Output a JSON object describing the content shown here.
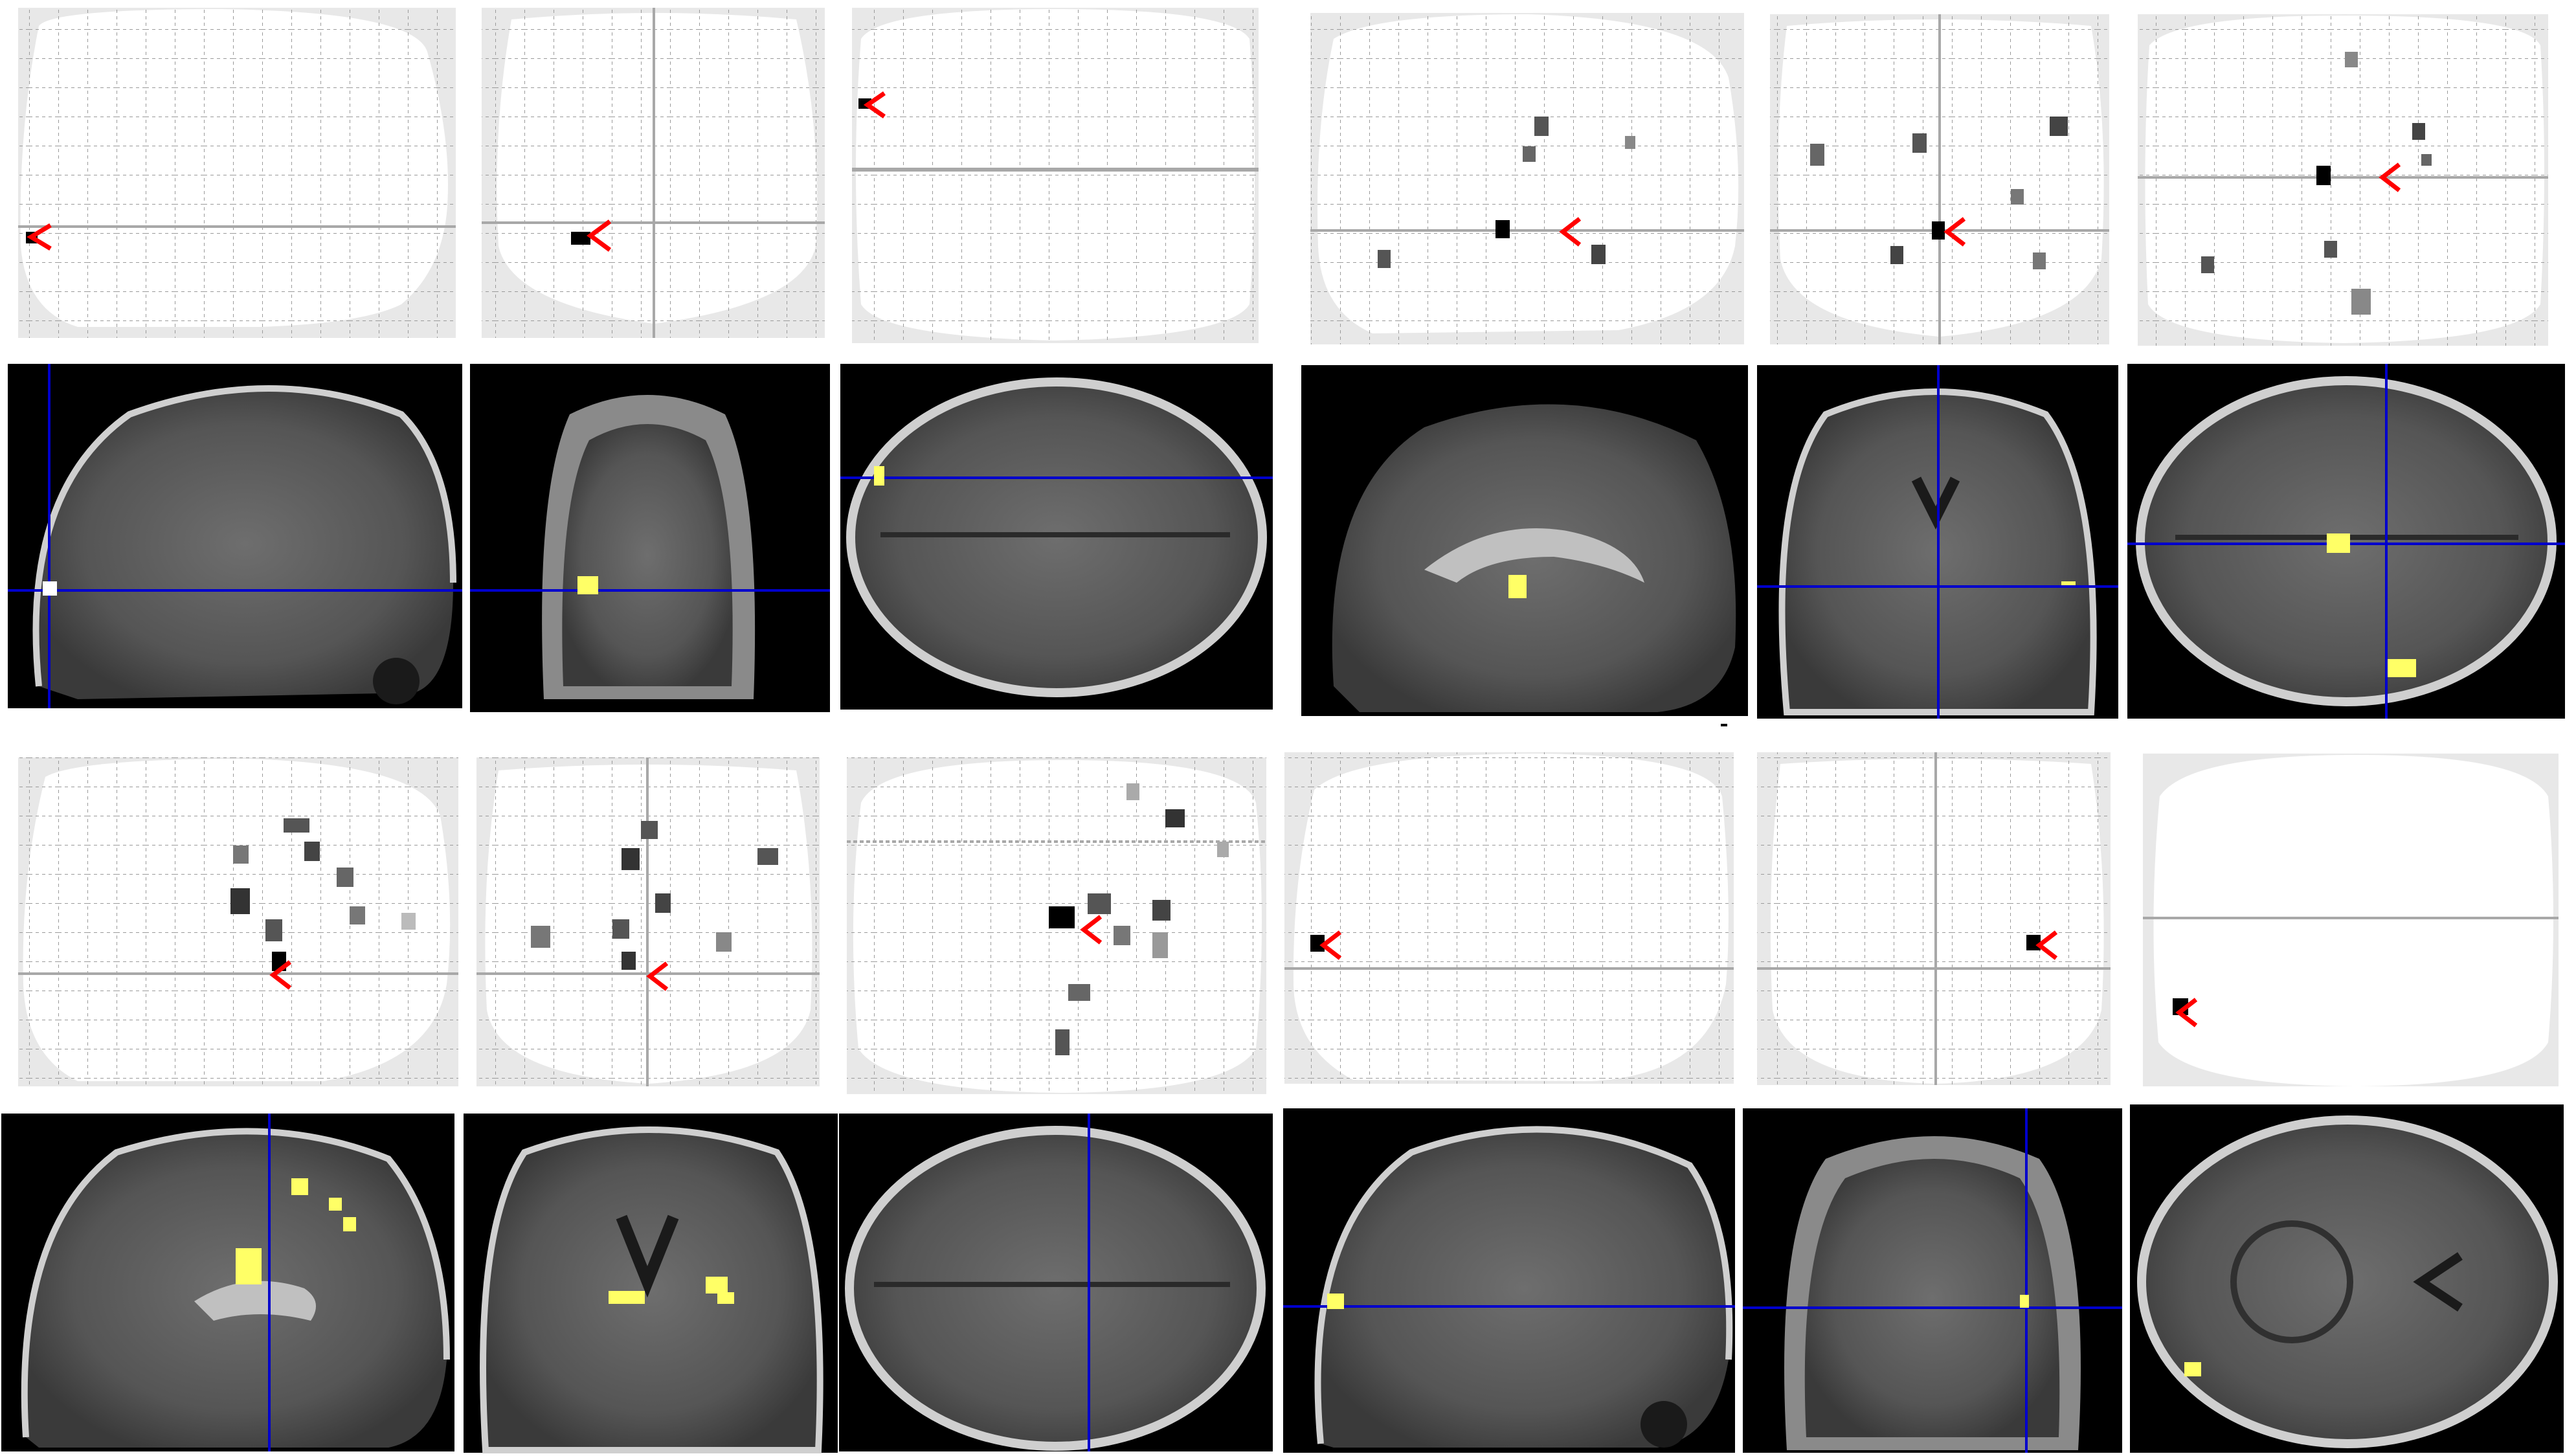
{
  "colors": {
    "background": "#ffffff",
    "glass_brain_silhouette": "#e8e8e8",
    "glass_brain_interior": "#ffffff",
    "grid_line": "#9a9a9a",
    "crosshair_gray": "#a8a8a8",
    "cursor_arrow": "#ff0000",
    "mri_crosshair": "#0000cc",
    "activation": "#ffff66",
    "mri_background": "#000000"
  },
  "icons": {
    "cursor": "red-arrow-cursor-icon"
  },
  "figure": {
    "panels": [
      {
        "id": "panel-top-left",
        "glass_brain_views": [
          "sagittal",
          "coronal",
          "axial"
        ],
        "mri_views": [
          "sagittal",
          "coronal",
          "axial"
        ]
      },
      {
        "id": "panel-top-right",
        "glass_brain_views": [
          "sagittal",
          "coronal",
          "axial"
        ],
        "mri_views": [
          "sagittal",
          "coronal",
          "axial"
        ]
      },
      {
        "id": "panel-bottom-left",
        "glass_brain_views": [
          "sagittal",
          "coronal",
          "axial"
        ],
        "mri_views": [
          "sagittal",
          "coronal",
          "axial"
        ]
      },
      {
        "id": "panel-bottom-right",
        "glass_brain_views": [
          "sagittal",
          "coronal",
          "axial"
        ],
        "mri_views": [
          "sagittal",
          "coronal",
          "axial"
        ]
      }
    ]
  }
}
